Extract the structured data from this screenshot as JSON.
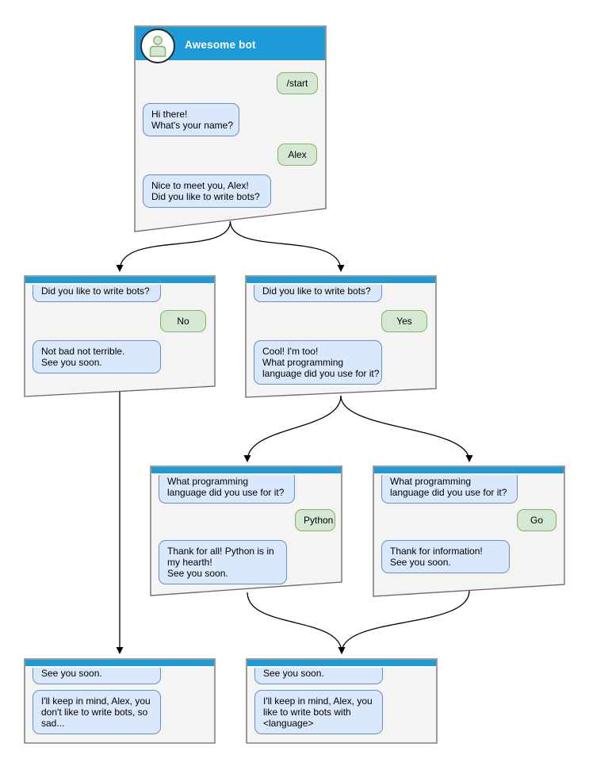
{
  "colors": {
    "titlebar_blue": "#1e9ad6",
    "window_fill": "#f4f4f4",
    "window_border": "#666666",
    "bot_bubble_fill": "#dae8fc",
    "bot_bubble_border": "#6c8ebf",
    "user_bubble_fill": "#d5e8d4",
    "user_bubble_border": "#82b366",
    "connector": "#000000"
  },
  "main_window": {
    "title": "Awesome bot",
    "avatar": "person-icon",
    "messages": [
      {
        "from": "user",
        "text": "/start"
      },
      {
        "from": "bot",
        "text": "Hi there!\nWhat's your name?"
      },
      {
        "from": "user",
        "text": "Alex"
      },
      {
        "from": "bot",
        "text": "Nice to meet you, Alex!\nDid you like to write bots?"
      }
    ]
  },
  "windows": {
    "no_branch": {
      "messages": [
        {
          "from": "bot",
          "text": "Did you like to write bots?"
        },
        {
          "from": "user",
          "text": "No"
        },
        {
          "from": "bot",
          "text": "Not bad not terrible.\nSee you soon."
        }
      ]
    },
    "yes_branch": {
      "messages": [
        {
          "from": "bot",
          "text": "Did you like to write bots?"
        },
        {
          "from": "user",
          "text": "Yes"
        },
        {
          "from": "bot",
          "text": "Cool! I'm too!\nWhat programming\nlanguage did you use for it?"
        }
      ]
    },
    "python_branch": {
      "messages": [
        {
          "from": "bot",
          "text": "What programming\nlanguage did you use for it?"
        },
        {
          "from": "user",
          "text": "Python"
        },
        {
          "from": "bot",
          "text": "Thank for all! Python is in\nmy hearth!\nSee you soon."
        }
      ]
    },
    "go_branch": {
      "messages": [
        {
          "from": "bot",
          "text": "What programming\nlanguage did you use for it?"
        },
        {
          "from": "user",
          "text": "Go"
        },
        {
          "from": "bot",
          "text": "Thank for information!\nSee you soon."
        }
      ]
    },
    "end_no": {
      "messages": [
        {
          "from": "bot",
          "text": "See you soon."
        },
        {
          "from": "bot",
          "text": "I'll keep in mind, Alex, you\ndon't like to write bots, so\nsad..."
        }
      ]
    },
    "end_yes": {
      "messages": [
        {
          "from": "bot",
          "text": "See you soon."
        },
        {
          "from": "bot",
          "text": "I'll keep in mind, Alex, you\nlike to write bots with\n<language>"
        }
      ]
    }
  }
}
